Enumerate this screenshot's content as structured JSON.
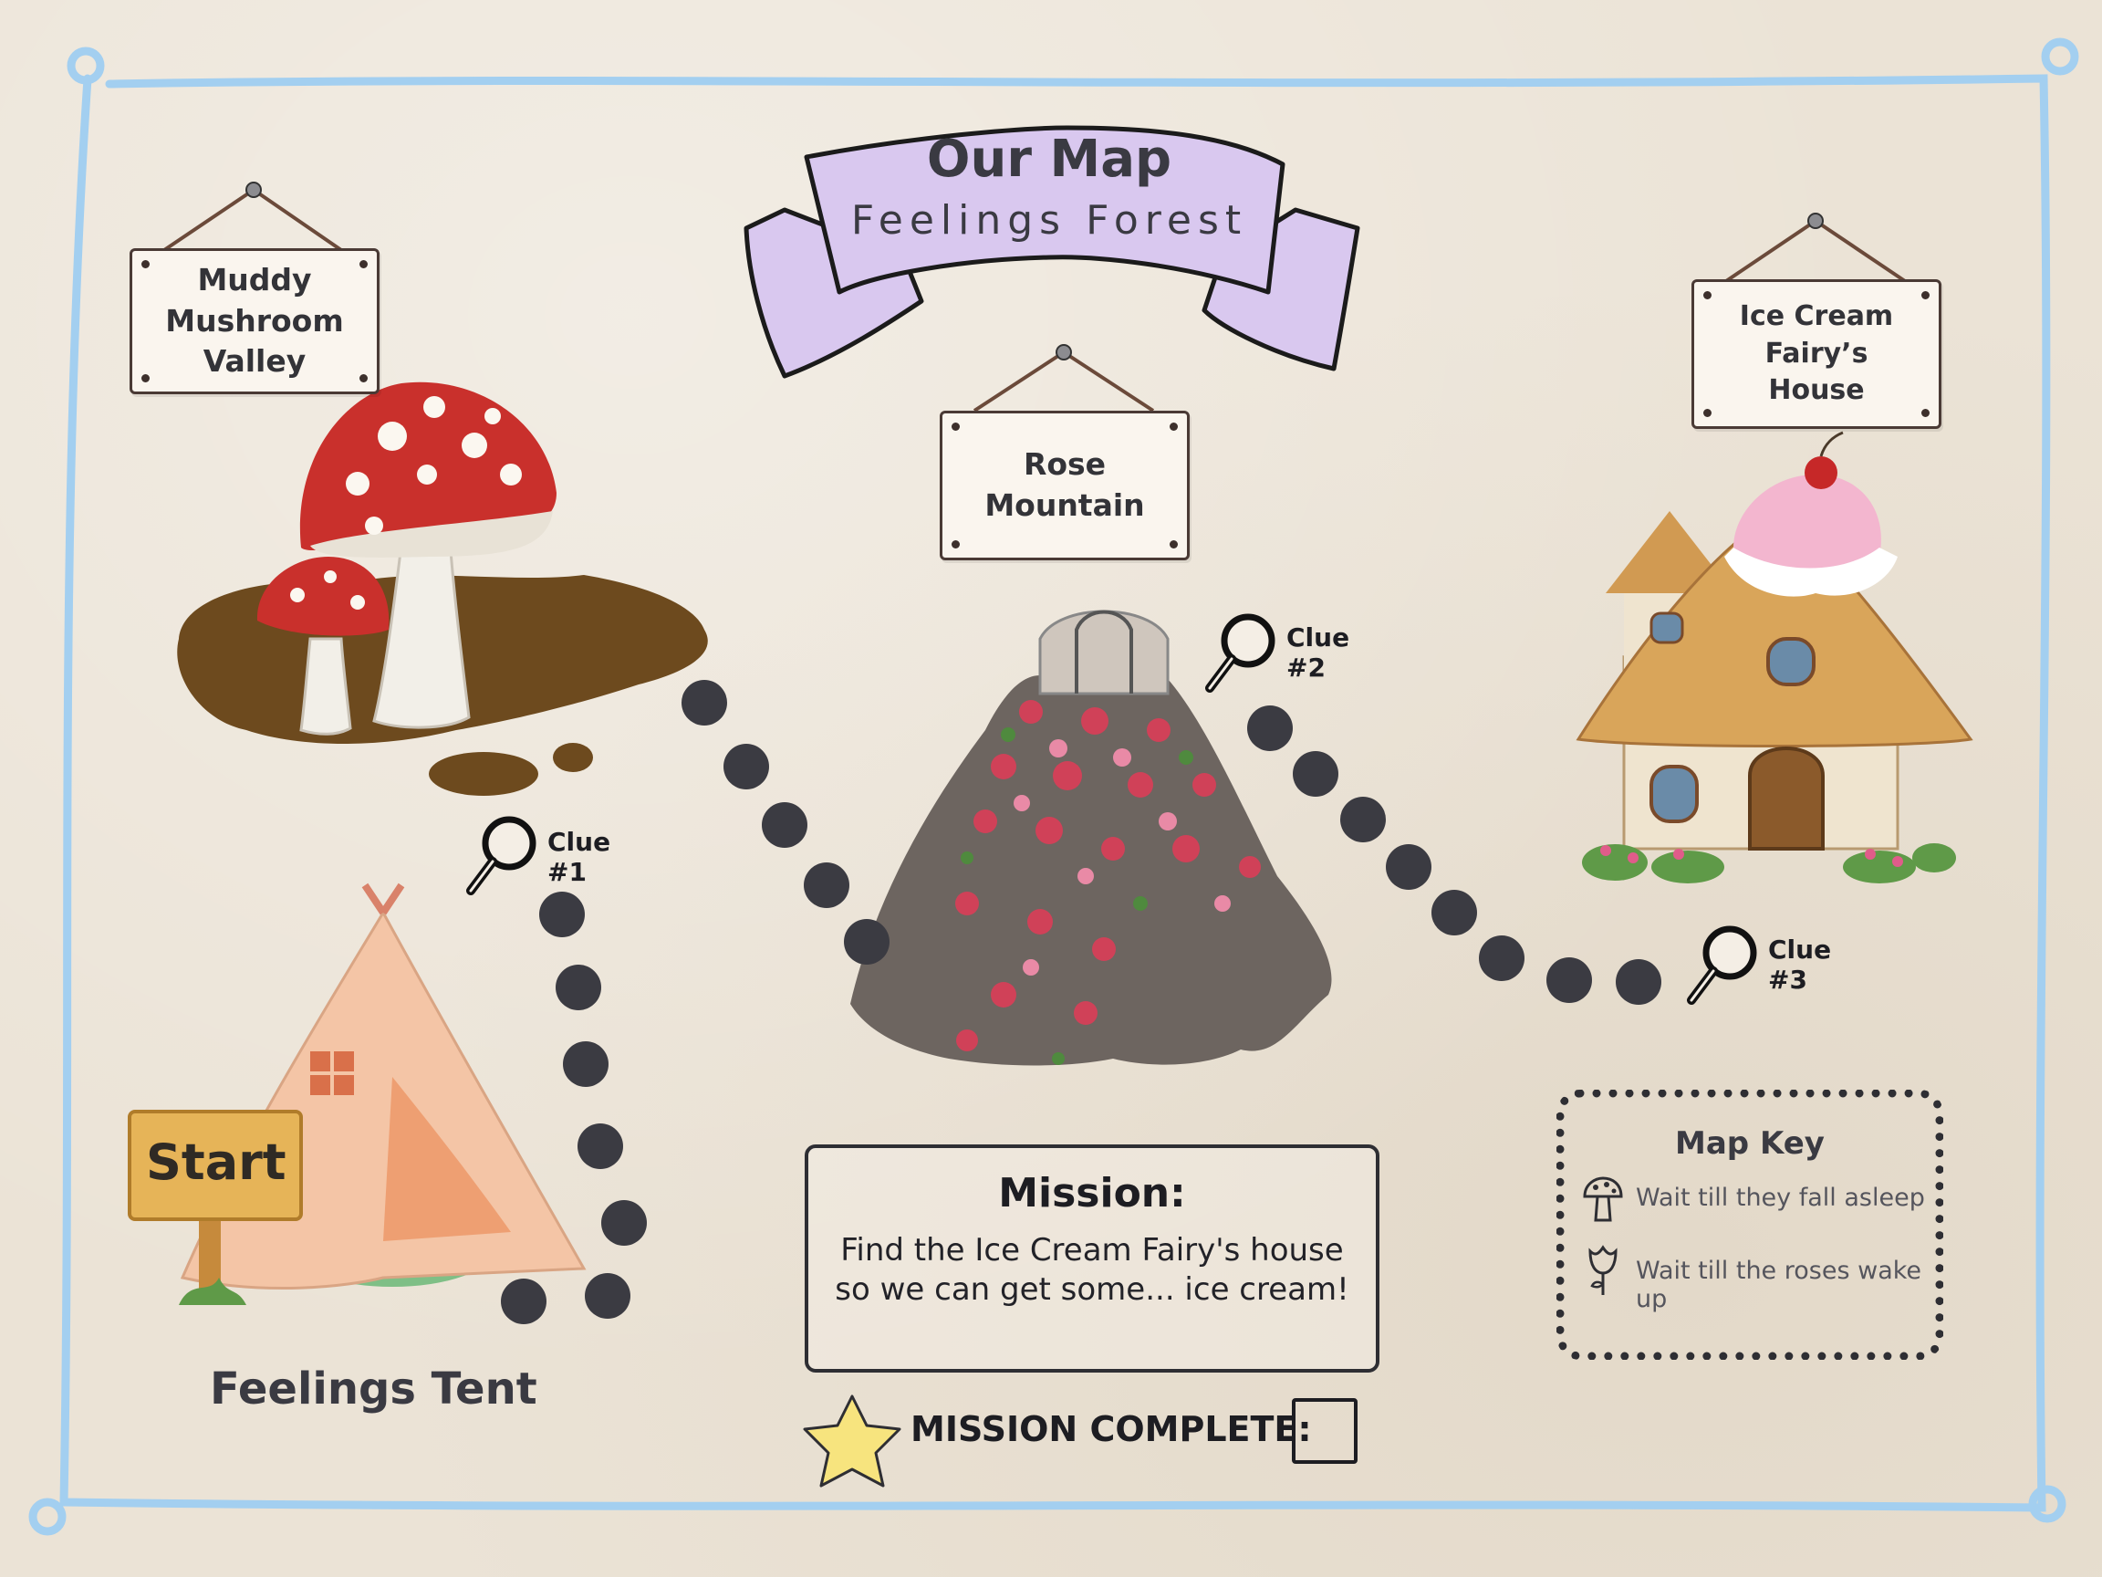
{
  "title": {
    "main": "Our Map",
    "sub": "Feelings Forest"
  },
  "signs": {
    "muddy": "Muddy\nMushroom\nValley",
    "rose": "Rose\nMountain",
    "icecream": "Ice Cream\nFairy’s\nHouse"
  },
  "clues": [
    "Clue #1",
    "Clue #2",
    "Clue #3"
  ],
  "start_label": "Start",
  "tent_label": "Feelings Tent",
  "mission": {
    "title": "Mission:",
    "text": "Find the Ice Cream Fairy's house so we can get some... ice cream!",
    "complete_label": "MISSION COMPLETE:"
  },
  "map_key": {
    "title": "Map Key",
    "items": [
      {
        "icon": "mushroom-icon",
        "label": "Wait till they fall asleep"
      },
      {
        "icon": "rose-icon",
        "label": "Wait till the roses wake up"
      }
    ]
  },
  "colors": {
    "frame": "#a3cff0",
    "banner": "#d9c8ef",
    "path_dots": "#3b3b42",
    "sign_bg": "#faf5ee"
  }
}
